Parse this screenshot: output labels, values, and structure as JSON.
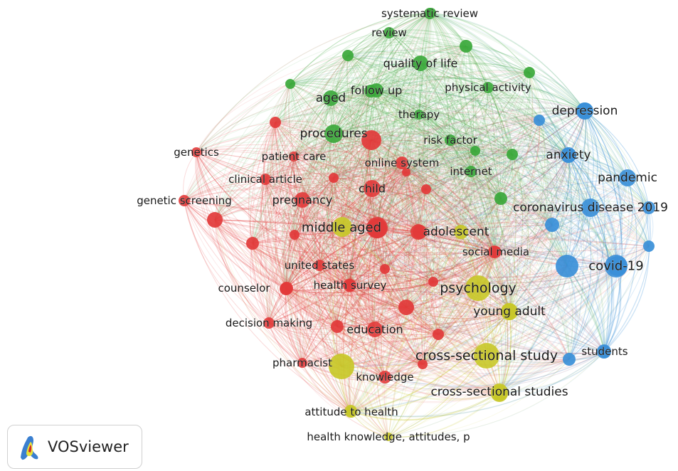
{
  "app": {
    "name": "VOSviewer"
  },
  "colors": {
    "cluster_1": "#e23a3a",
    "cluster_2": "#3aa83a",
    "cluster_3": "#3a8fd8",
    "cluster_4": "#c8c828"
  },
  "network": {
    "nodes": [
      {
        "id": "systematic-review",
        "label": "systematic review",
        "cluster": 2,
        "weight": 1
      },
      {
        "id": "review",
        "label": "review",
        "cluster": 2,
        "weight": 1
      },
      {
        "id": "quality-of-life",
        "label": "quality of life",
        "cluster": 2,
        "weight": 2
      },
      {
        "id": "physical-activity",
        "label": "physical activity",
        "cluster": 2,
        "weight": 1
      },
      {
        "id": "follow-up",
        "label": "follow up",
        "cluster": 2,
        "weight": 1
      },
      {
        "id": "aged",
        "label": "aged",
        "cluster": 2,
        "weight": 2
      },
      {
        "id": "therapy",
        "label": "therapy",
        "cluster": 2,
        "weight": 1
      },
      {
        "id": "procedures",
        "label": "procedures",
        "cluster": 2,
        "weight": 3
      },
      {
        "id": "risk-factor",
        "label": "risk factor",
        "cluster": 2,
        "weight": 1
      },
      {
        "id": "internet",
        "label": "internet",
        "cluster": 2,
        "weight": 1
      },
      {
        "id": "depression",
        "label": "depression",
        "cluster": 3,
        "weight": 2
      },
      {
        "id": "anxiety",
        "label": "anxiety",
        "cluster": 3,
        "weight": 2
      },
      {
        "id": "pandemic",
        "label": "pandemic",
        "cluster": 3,
        "weight": 2
      },
      {
        "id": "coronavirus-disease-2019",
        "label": "coronavirus disease 2019",
        "cluster": 3,
        "weight": 2
      },
      {
        "id": "covid-19",
        "label": "covid-19",
        "cluster": 3,
        "weight": 3
      },
      {
        "id": "students",
        "label": "students",
        "cluster": 3,
        "weight": 1
      },
      {
        "id": "genetics",
        "label": "genetics",
        "cluster": 1,
        "weight": 1
      },
      {
        "id": "patient-care",
        "label": "patient care",
        "cluster": 1,
        "weight": 1
      },
      {
        "id": "clinical-article",
        "label": "clinical article",
        "cluster": 1,
        "weight": 1
      },
      {
        "id": "genetic-screening",
        "label": "genetic screening",
        "cluster": 1,
        "weight": 1
      },
      {
        "id": "pregnancy",
        "label": "pregnancy",
        "cluster": 1,
        "weight": 2
      },
      {
        "id": "child",
        "label": "child",
        "cluster": 1,
        "weight": 2
      },
      {
        "id": "online-system",
        "label": "online system",
        "cluster": 1,
        "weight": 1
      },
      {
        "id": "middle-aged",
        "label": "middle aged",
        "cluster": 1,
        "weight": 3
      },
      {
        "id": "adolescent",
        "label": "adolescent",
        "cluster": 1,
        "weight": 2
      },
      {
        "id": "social-media",
        "label": "social media",
        "cluster": 1,
        "weight": 1
      },
      {
        "id": "united-states",
        "label": "united states",
        "cluster": 1,
        "weight": 1
      },
      {
        "id": "counselor",
        "label": "counselor",
        "cluster": 1,
        "weight": 1
      },
      {
        "id": "health-survey",
        "label": "health survey",
        "cluster": 1,
        "weight": 1
      },
      {
        "id": "decision-making",
        "label": "decision making",
        "cluster": 1,
        "weight": 1
      },
      {
        "id": "education",
        "label": "education",
        "cluster": 1,
        "weight": 2
      },
      {
        "id": "pharmacist",
        "label": "pharmacist",
        "cluster": 1,
        "weight": 1
      },
      {
        "id": "knowledge",
        "label": "knowledge",
        "cluster": 1,
        "weight": 1
      },
      {
        "id": "psychology",
        "label": "psychology",
        "cluster": 4,
        "weight": 3
      },
      {
        "id": "young-adult",
        "label": "young adult",
        "cluster": 4,
        "weight": 2
      },
      {
        "id": "cross-sectional-study",
        "label": "cross-sectional study",
        "cluster": 4,
        "weight": 3
      },
      {
        "id": "cross-sectional-studies",
        "label": "cross-sectional studies",
        "cluster": 4,
        "weight": 2
      },
      {
        "id": "attitude-to-health",
        "label": "attitude to health",
        "cluster": 4,
        "weight": 1
      },
      {
        "id": "health-knowledge-attitudes-p",
        "label": "health knowledge, attitudes, p",
        "cluster": 4,
        "weight": 1
      }
    ]
  }
}
